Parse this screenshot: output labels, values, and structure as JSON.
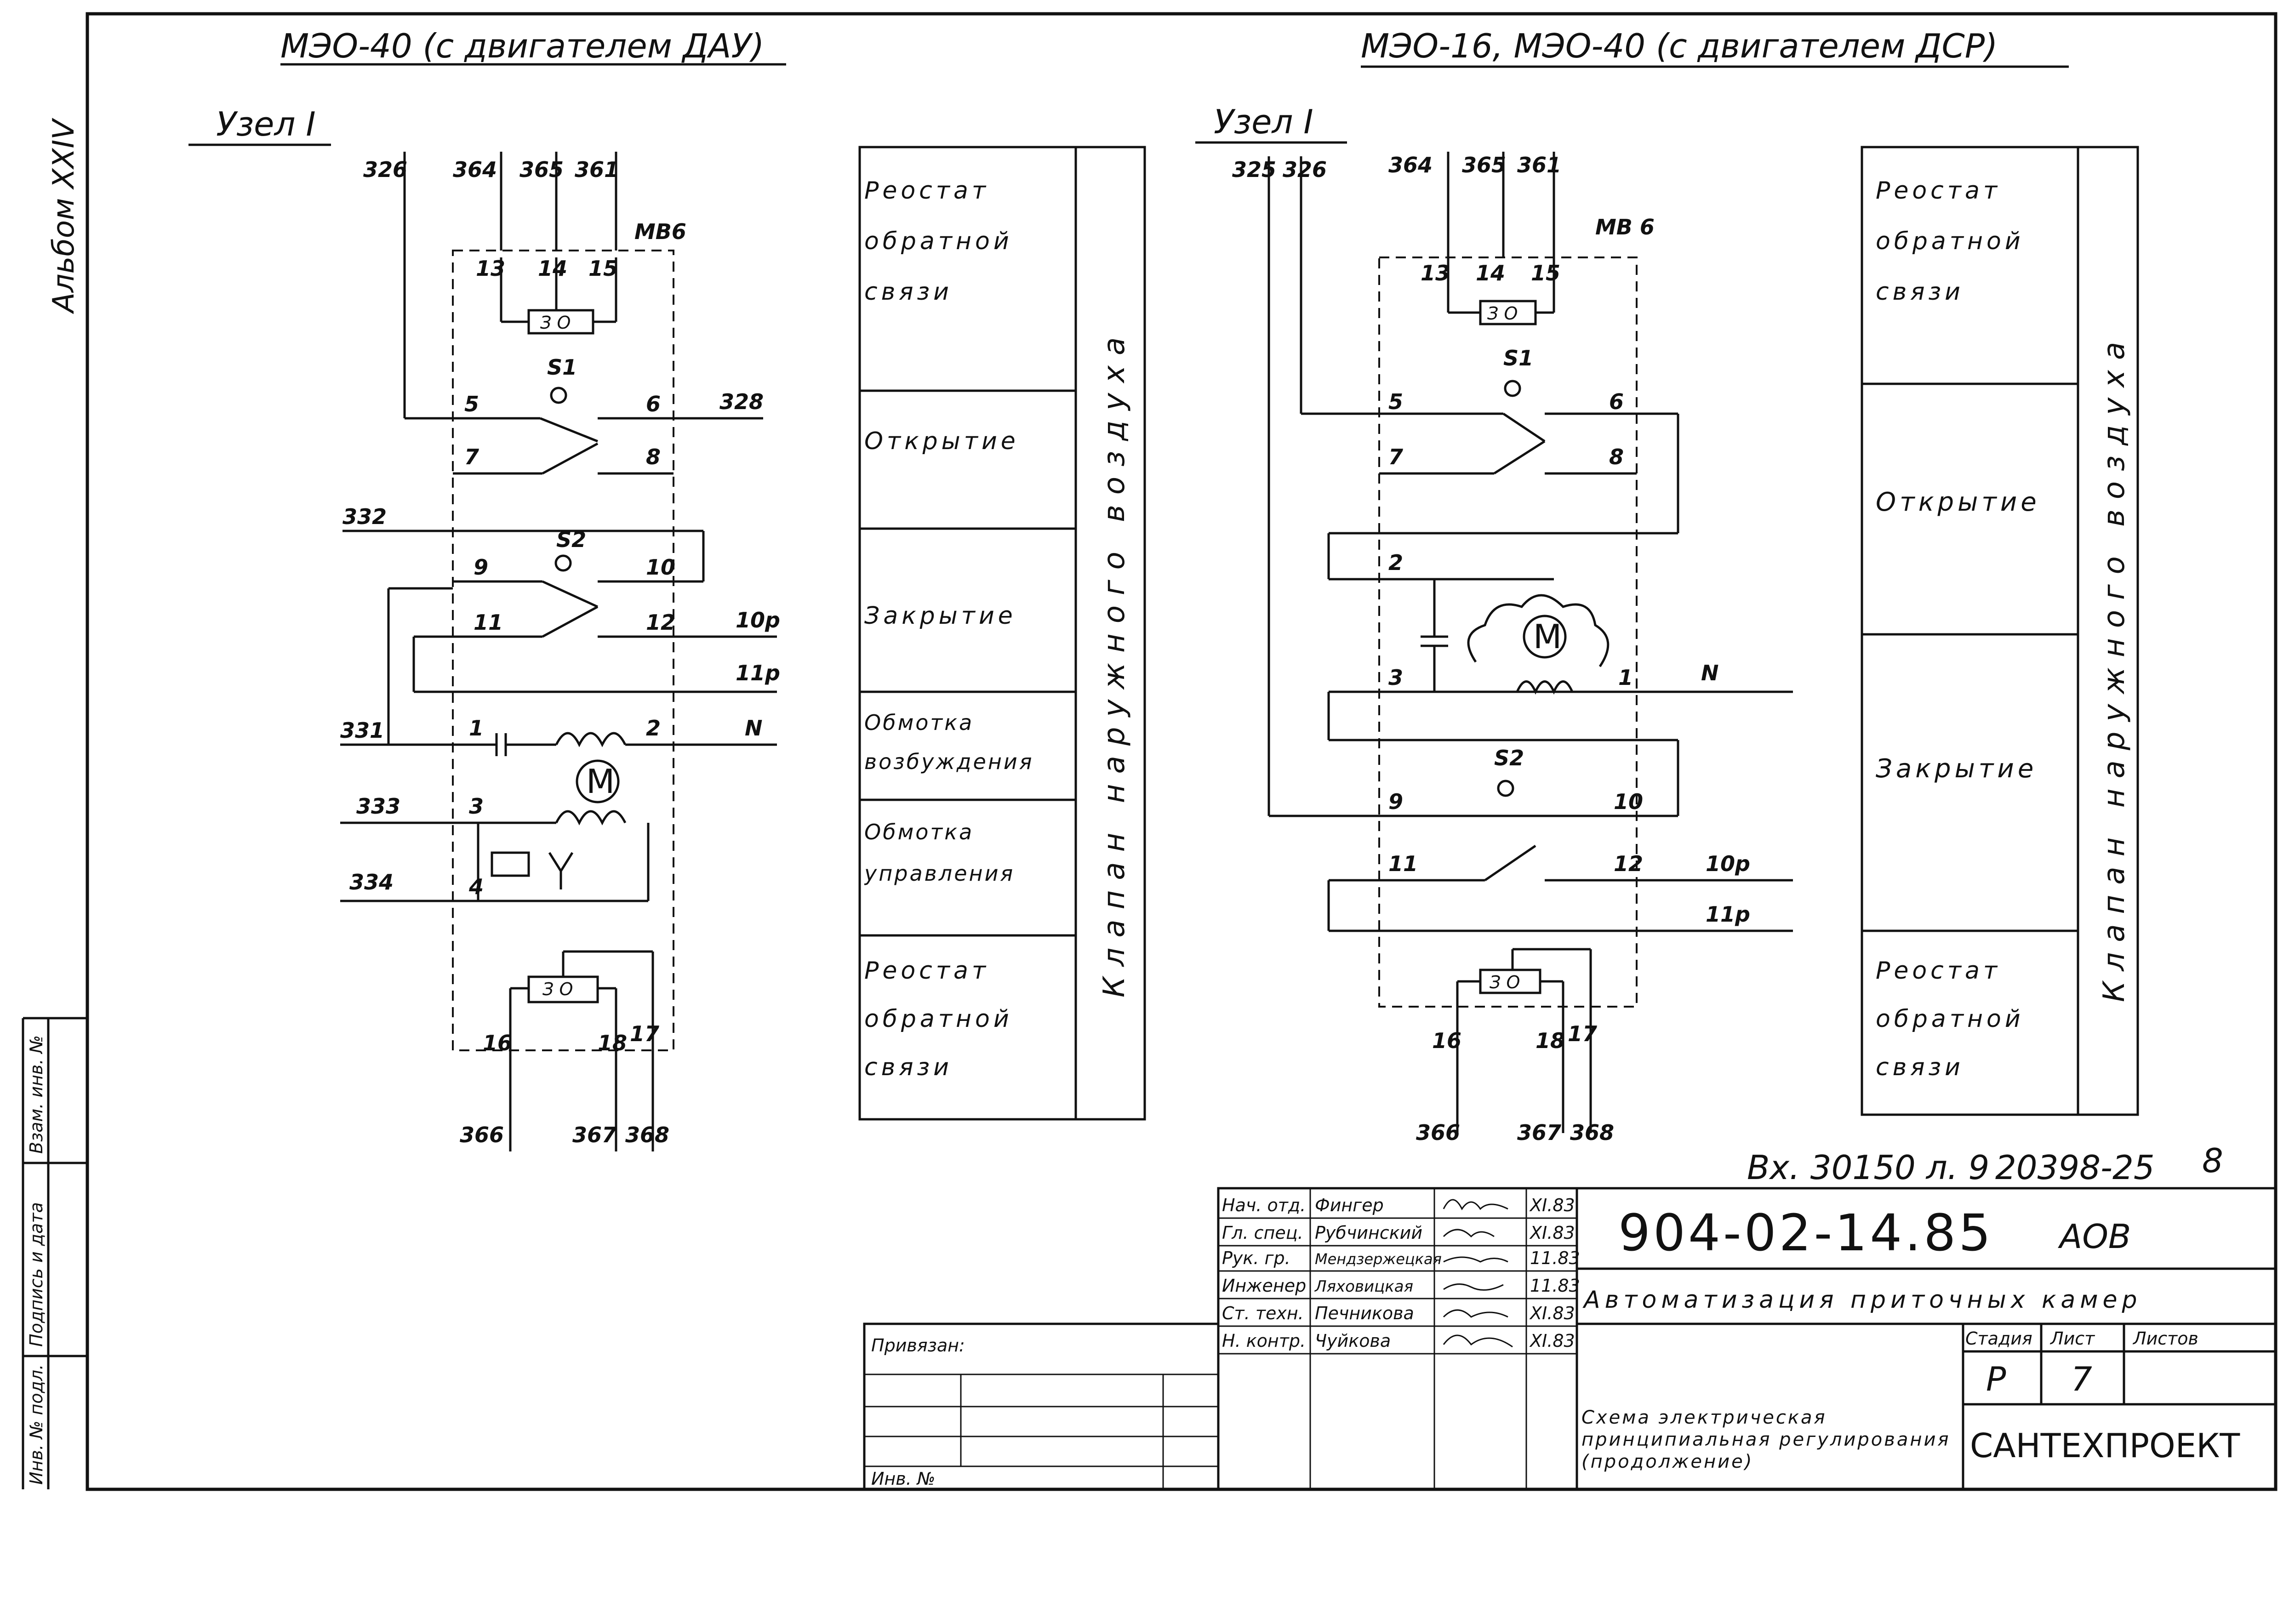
{
  "album_label": "Альбом XXIV",
  "left_diagram": {
    "title": "МЭО-40 (с двигателем ДАУ)",
    "node_label": "Узел I",
    "wires": {
      "w326": "326",
      "w364": "364",
      "w365": "365",
      "w361": "361",
      "mv": "МВ6",
      "w328": "328",
      "w332": "332",
      "w331": "331",
      "w333": "333",
      "w334": "334",
      "w10p": "10р",
      "w11p": "11р",
      "wN": "N",
      "w366": "366",
      "w367": "367",
      "w368": "368"
    },
    "terminals": [
      "13",
      "14",
      "15",
      "5",
      "6",
      "7",
      "8",
      "9",
      "10",
      "11",
      "12",
      "1",
      "2",
      "3",
      "4",
      "16",
      "18",
      "17"
    ],
    "switches": [
      "S1",
      "S2"
    ],
    "motor": "M",
    "rheostat": "З О"
  },
  "left_legend": {
    "rows": [
      "Реостат обратной связи",
      "Открытие",
      "Закрытие",
      "Обмотка возбуждения",
      "Обмотка управления",
      "Реостат обратной связи"
    ],
    "side_label": "Клапан наружного воздуха"
  },
  "right_diagram": {
    "title": "МЭО-16, МЭО-40 (с двигателем ДСР)",
    "node_label": "Узел I",
    "wires": {
      "w325": "325",
      "w326": "326",
      "w364": "364",
      "w365": "365",
      "w361": "361",
      "mv": "МВ 6",
      "wN": "N",
      "w10p": "10р",
      "w11p": "11р",
      "w366": "366",
      "w367": "367",
      "w368": "368"
    },
    "terminals": [
      "13",
      "14",
      "15",
      "5",
      "6",
      "7",
      "8",
      "2",
      "3",
      "1",
      "9",
      "10",
      "11",
      "12",
      "16",
      "18",
      "17"
    ],
    "switches": [
      "S1",
      "S2"
    ],
    "motor": "M",
    "rheostat": "З О"
  },
  "right_legend": {
    "rows": [
      "Реостат обратной связи",
      "Открытие",
      "Закрытие",
      "Реостат обратной связи"
    ],
    "side_label": "Клапан наружного воздуха"
  },
  "stamp": {
    "ref": "Вх. 30150 л. 9",
    "archive_no": "20398-25",
    "sheet_mark": "8",
    "code": "904-02-14.85",
    "suffix": "АОВ",
    "title": "Автоматизация приточных камер",
    "subtitle": "Схема электрическая принципиальная регулирования (продолжение)",
    "org": "САНТЕХПРОЕКТ",
    "stage_hdr": "Стадия",
    "sheet_hdr": "Лист",
    "sheets_hdr": "Листов",
    "stage": "Р",
    "sheet": "7",
    "signers": [
      {
        "role": "Нач. отд.",
        "name": "Фингер",
        "date": "XI.83"
      },
      {
        "role": "Гл. спец.",
        "name": "Рубчинский",
        "date": "XI.83"
      },
      {
        "role": "Рук. гр.",
        "name": "Мендзержецкая",
        "date": "11.83"
      },
      {
        "role": "Инженер",
        "name": "Ляховицкая",
        "date": "11.83"
      },
      {
        "role": "Ст. техн.",
        "name": "Печникова",
        "date": "XI.83"
      },
      {
        "role": "Н. контр.",
        "name": "Чуйкова",
        "date": "XI.83"
      }
    ],
    "privyazan": "Привязан:",
    "inv_no": "Инв. №"
  },
  "margin_labels": [
    "Инв. № подл.",
    "Подпись и дата",
    "Взам. инв. №"
  ]
}
